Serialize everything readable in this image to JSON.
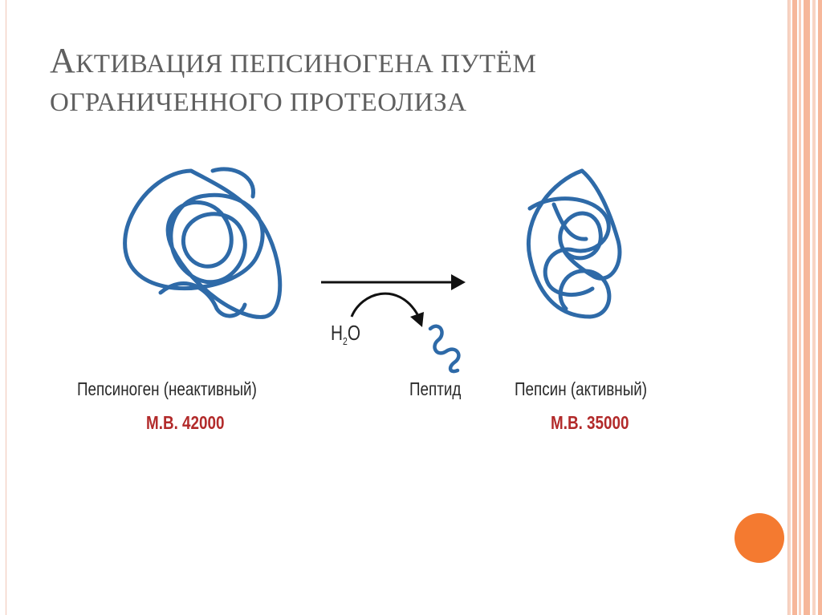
{
  "slide": {
    "title_line1_cap": "А",
    "title_line1_rest": "КТИВАЦИЯ ПЕПСИНОГЕНА ПУТЁМ",
    "title_line2": "ОГРАНИЧЕННОГО ПРОТЕОЛИЗА"
  },
  "diagram": {
    "pepsinogen_label": "Пепсиноген (неактивный)",
    "pepsinogen_mw": "М.В. 42000",
    "peptide_label": "Пептид",
    "pepsin_label": "Пепсин (активный)",
    "pepsin_mw": "М.В. 35000",
    "water_main": "H",
    "water_sub": "2",
    "water_tail": "O",
    "protein_color": "#2e6aa8",
    "mw_color": "#b22a2a"
  },
  "theme": {
    "accent_color": "#f47a30",
    "stripe_color": "#f6b79a"
  }
}
